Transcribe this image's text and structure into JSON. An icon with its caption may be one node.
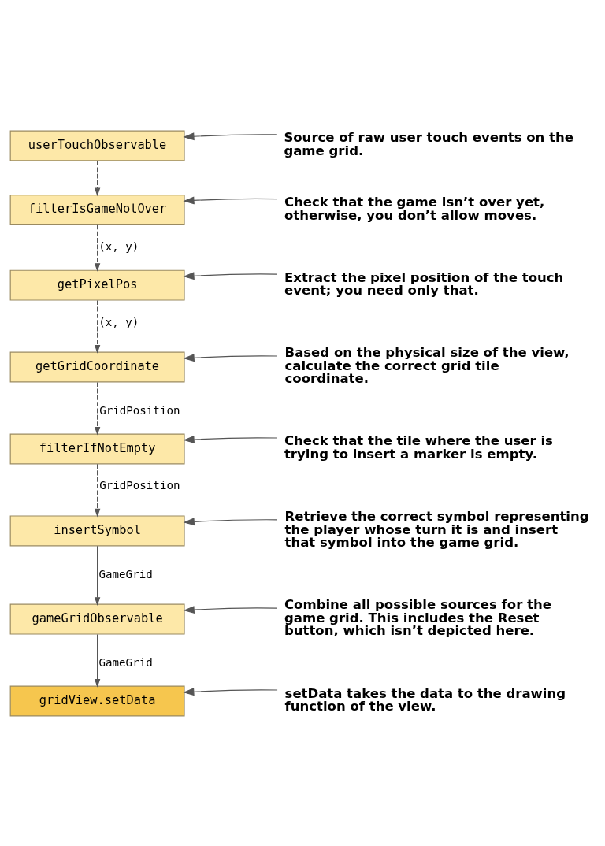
{
  "diagram": {
    "nodes": [
      {
        "text": [
          "userTouchObservable"
        ]
      },
      {
        "text": [
          "filterIsGameNotOver"
        ]
      },
      {
        "text": [
          "getPixelPos"
        ]
      },
      {
        "text": [
          "getGridCoordinate"
        ]
      },
      {
        "text": [
          "filterIfNotEmpty"
        ]
      },
      {
        "text": [
          "insertSymbol"
        ]
      },
      {
        "text": [
          "gameGridObservable"
        ]
      },
      {
        "text": [
          "gridView.setData"
        ]
      },
      {
        "text": [
          "Source of raw user touch events on the game grid."
        ]
      },
      {
        "text": [
          "Check that the game isn’t over yet, otherwise, you don’t allow moves."
        ]
      },
      {
        "text": [
          "Extract the pixel position of the touch event; you need only that."
        ]
      },
      {
        "text": [
          "Based on the physical size of the view, calculate the correct grid tile coordinate."
        ]
      },
      {
        "text": [
          "Check that the tile where the user is trying to insert a marker is empty."
        ]
      },
      {
        "text": [
          "Retrieve the correct symbol representing the player whose turn it is and insert that symbol into the game grid."
        ]
      },
      {
        "text": [
          "Combine all possible sources for the game grid. This includes the Reset button, which isn’t depicted here."
        ]
      },
      {
        "text": [
          "setData takes the data to the drawing function of the view."
        ]
      }
    ],
    "edges": [
      {
        "from": 0,
        "to": 1,
        "arrow": "to",
        "style": "dashed"
      },
      {
        "from": 1,
        "to": 2,
        "arrow": "to",
        "style": "dashed",
        "label": "(x, y)"
      },
      {
        "from": 2,
        "to": 3,
        "arrow": "to",
        "style": "dashed",
        "label": "(x, y)"
      },
      {
        "from": 3,
        "to": 4,
        "arrow": "to",
        "style": "dashed",
        "label": "GridPosition"
      },
      {
        "from": 4,
        "to": 5,
        "arrow": "to",
        "style": "dashed",
        "label": "GridPosition"
      },
      {
        "from": 5,
        "to": 6,
        "arrow": "to",
        "label": "GameGrid"
      },
      {
        "from": 6,
        "to": 7,
        "arrow": "to",
        "label": "GameGrid"
      },
      {
        "from": 8,
        "to": 0,
        "arrow": "to"
      },
      {
        "from": 9,
        "to": 1,
        "arrow": "to"
      },
      {
        "from": 10,
        "to": 2,
        "arrow": "to"
      },
      {
        "from": 11,
        "to": 3,
        "arrow": "to"
      },
      {
        "from": 12,
        "to": 4,
        "arrow": "to"
      },
      {
        "from": 13,
        "to": 5,
        "arrow": "to"
      },
      {
        "from": 14,
        "to": 6,
        "arrow": "to"
      },
      {
        "from": 15,
        "to": 7,
        "arrow": "to"
      }
    ]
  }
}
